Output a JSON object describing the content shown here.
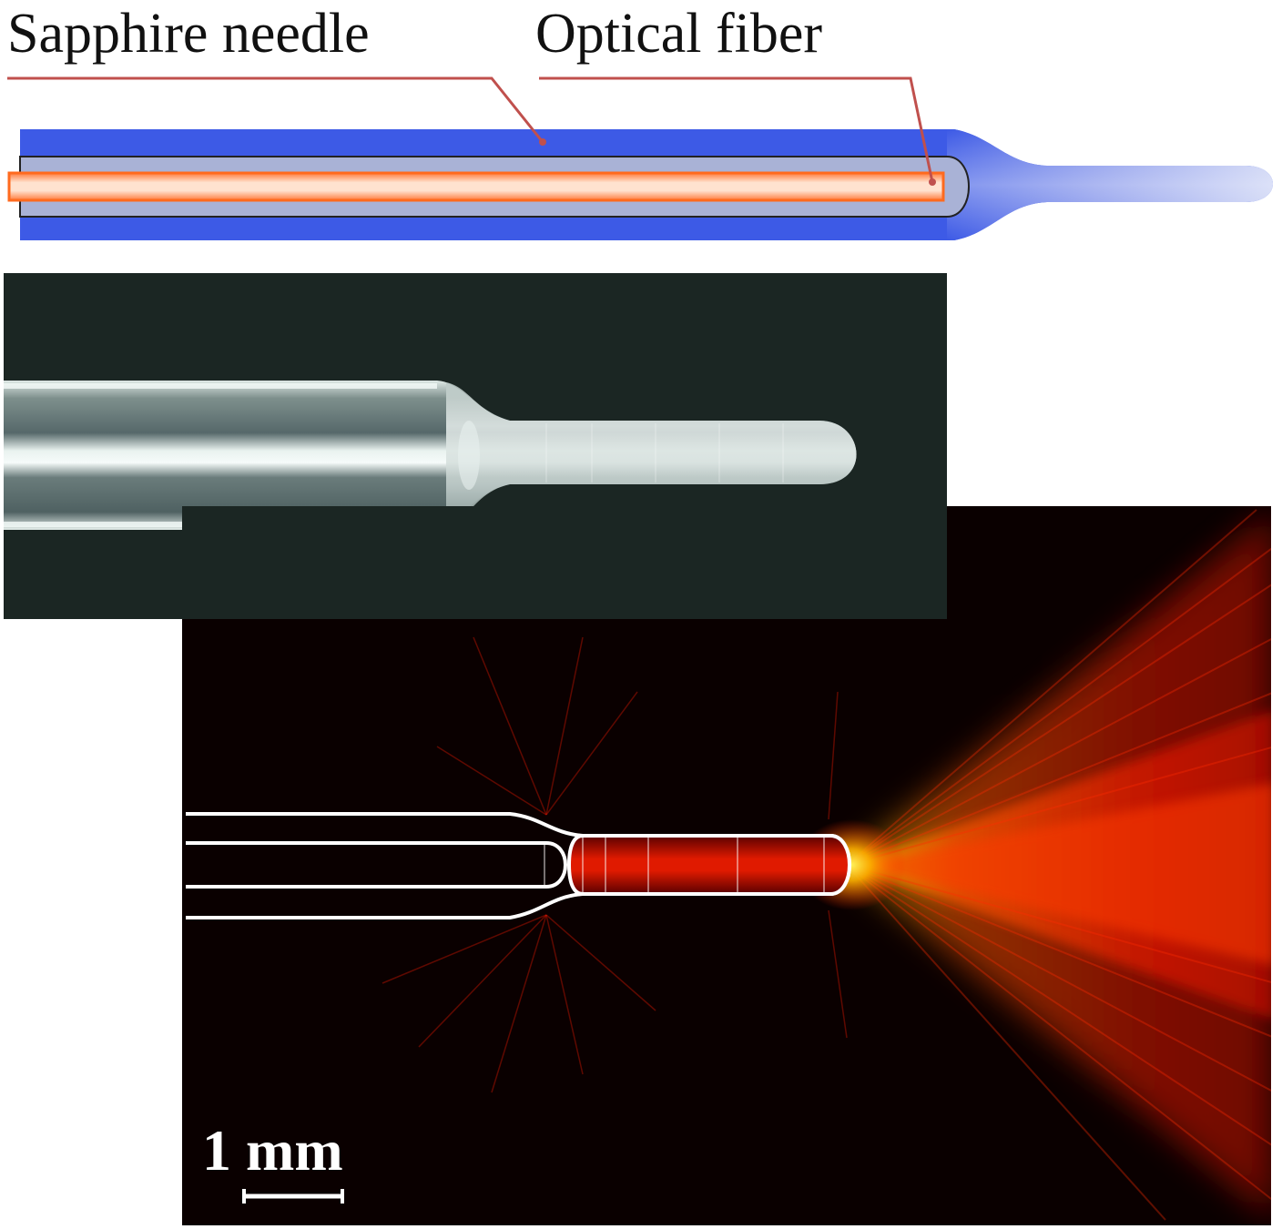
{
  "labels": {
    "needle": "Sapphire needle",
    "fiber": "Optical fiber"
  },
  "scale_bar": {
    "value": "1",
    "unit": "mm"
  },
  "colors": {
    "needle_blue": "#3d5ae6",
    "needle_light": "#aab6ee",
    "fiber_orange": "#ff7a3a",
    "leader_line": "#c0504d",
    "photo_background": "#16211e",
    "sim_background": "#0a0000",
    "light_red": "#e01a00",
    "light_yellow": "#ffe000"
  }
}
